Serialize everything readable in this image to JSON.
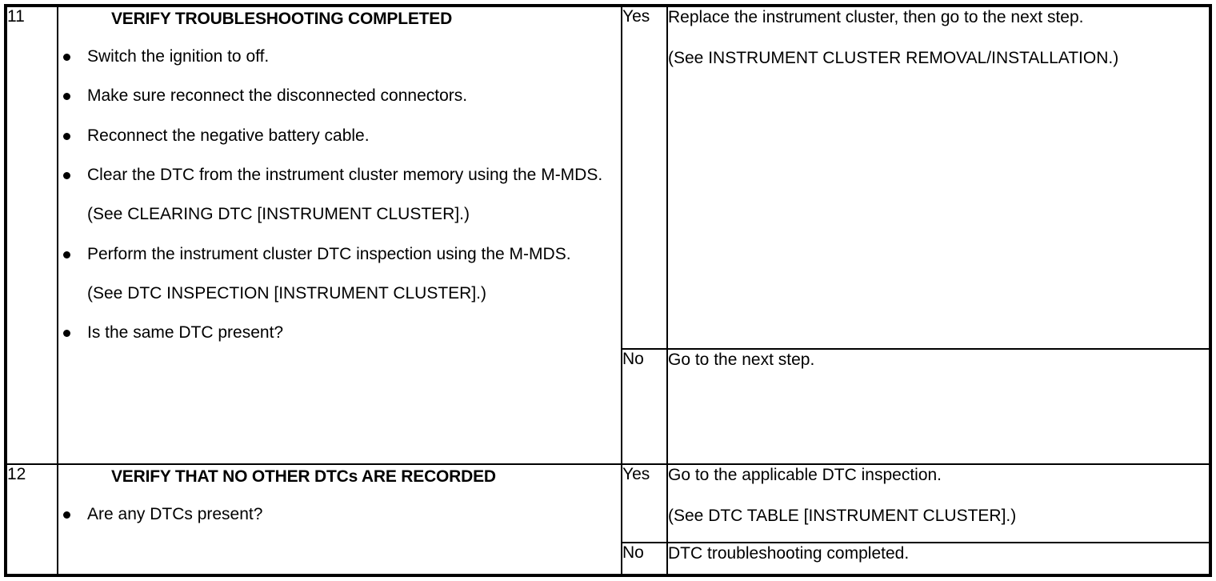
{
  "document": {
    "type": "troubleshooting-table",
    "columns": [
      "step",
      "inspection",
      "judgement",
      "action"
    ]
  },
  "colors": {
    "ink": "#000000",
    "paper": "#ffffff"
  },
  "rows": [
    {
      "step": "11",
      "heading": "VERIFY TROUBLESHOOTING COMPLETED",
      "items": [
        {
          "kind": "bullet",
          "text": "Switch the ignition to off."
        },
        {
          "kind": "bullet",
          "text": "Make sure reconnect the disconnected connectors."
        },
        {
          "kind": "bullet",
          "text": "Reconnect the negative battery cable."
        },
        {
          "kind": "bullet",
          "text": "Clear the DTC from the instrument cluster memory using the M-MDS."
        },
        {
          "kind": "note",
          "text": "(See CLEARING DTC [INSTRUMENT CLUSTER].)"
        },
        {
          "kind": "bullet",
          "text": "Perform the instrument cluster DTC inspection using the M-MDS."
        },
        {
          "kind": "note",
          "text": "(See DTC INSPECTION [INSTRUMENT CLUSTER].)"
        },
        {
          "kind": "bullet",
          "text": "Is the same DTC present?"
        }
      ],
      "branches": [
        {
          "judgement": "Yes",
          "action": "Replace the instrument cluster, then go to the next step.",
          "action_note": "(See INSTRUMENT CLUSTER REMOVAL/INSTALLATION.)"
        },
        {
          "judgement": "No",
          "action": "Go to the next step.",
          "action_note": ""
        }
      ]
    },
    {
      "step": "12",
      "heading": "VERIFY THAT NO OTHER DTCs ARE RECORDED",
      "items": [
        {
          "kind": "bullet",
          "text": "Are any DTCs present?"
        }
      ],
      "branches": [
        {
          "judgement": "Yes",
          "action": "Go to the applicable DTC inspection.",
          "action_note": "(See DTC TABLE [INSTRUMENT CLUSTER].)"
        },
        {
          "judgement": "No",
          "action": "DTC troubleshooting completed.",
          "action_note": ""
        }
      ]
    }
  ]
}
